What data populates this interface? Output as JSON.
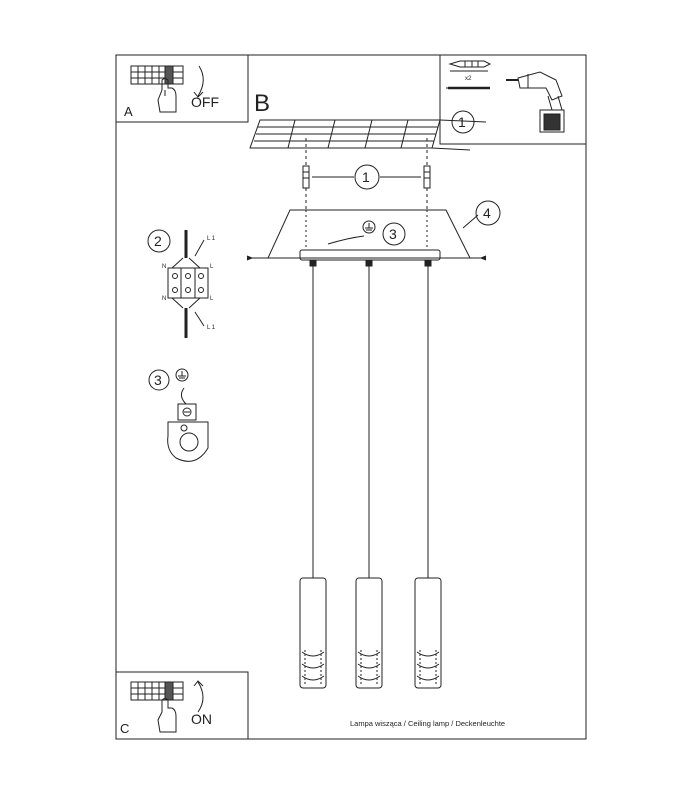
{
  "panels": {
    "a": {
      "letter": "A",
      "switch_label": "OFF"
    },
    "b": {
      "letter": "B"
    },
    "c": {
      "letter": "C",
      "switch_label": "ON"
    },
    "tools": {
      "step": "1",
      "quantity": "x2"
    }
  },
  "callouts": {
    "screws": "1",
    "wiring": "2",
    "ground": "3",
    "canopy": "4"
  },
  "terminal_labels": {
    "live": "L",
    "neutral": "N",
    "live_wire": "L 1"
  },
  "caption": "Lampa wisząca / Ceiling lamp / Deckenleuchte",
  "colors": {
    "line": "#222222",
    "background": "#ffffff"
  }
}
